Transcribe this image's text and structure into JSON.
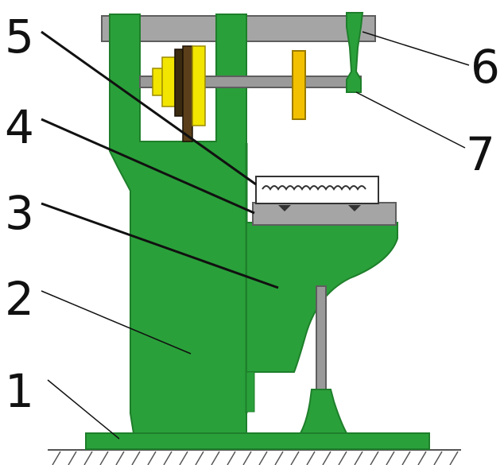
{
  "labels": [
    {
      "id": "1",
      "text": "1"
    },
    {
      "id": "2",
      "text": "2"
    },
    {
      "id": "3",
      "text": "3"
    },
    {
      "id": "4",
      "text": "4"
    },
    {
      "id": "5",
      "text": "5"
    },
    {
      "id": "6",
      "text": "6"
    },
    {
      "id": "7",
      "text": "7"
    }
  ],
  "colors": {
    "frame": "#2aa03a",
    "frame_dark": "#1e7f2b",
    "base": "#2aa03a",
    "shaft": "#9a9a9a",
    "shaft_dark": "#5e5e5e",
    "pulley_yellow": "#f2e500",
    "pulley_dark": "#3a2a10",
    "gear_yellow": "#f2c000",
    "leader": "#111111",
    "hatch": "#555555"
  },
  "icons": [
    "machine-frame",
    "spindle-shaft",
    "stepped-pulley",
    "cutter-disk",
    "workpiece",
    "worktable",
    "ground-hatch"
  ]
}
